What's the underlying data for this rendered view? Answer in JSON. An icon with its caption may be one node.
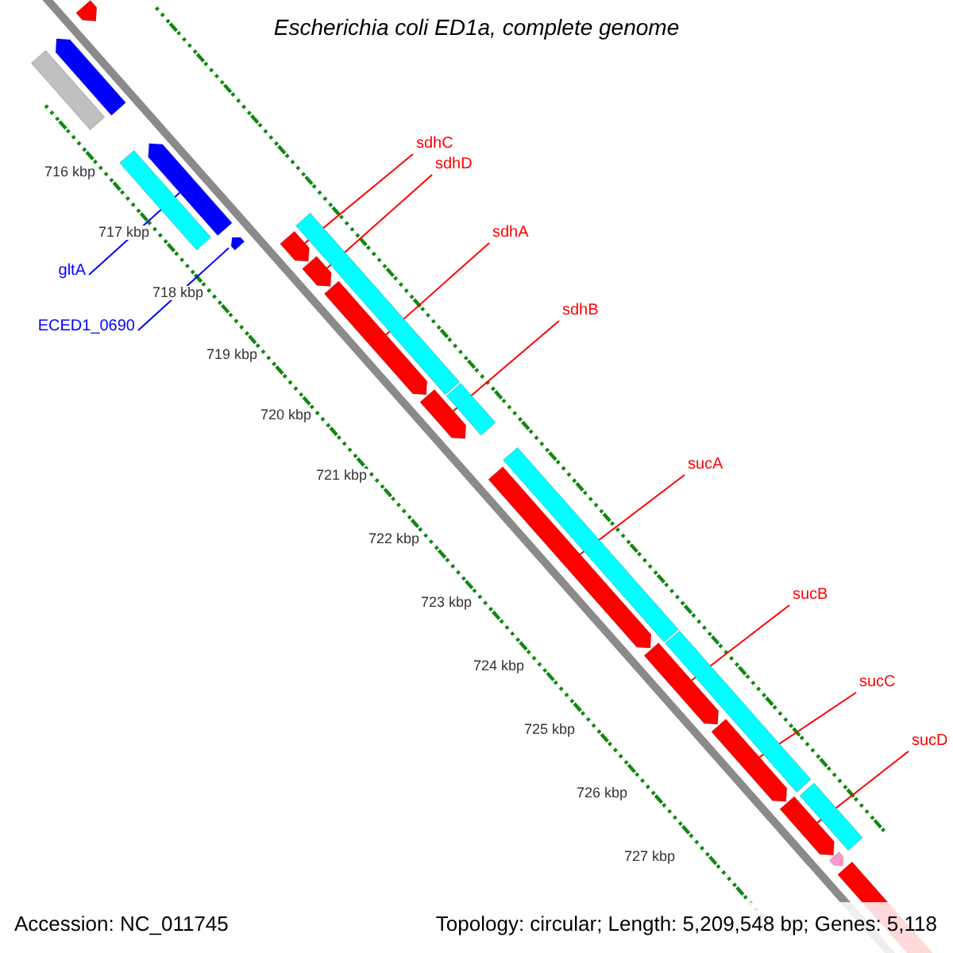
{
  "diagram": {
    "title": "Escherichia coli ED1a, complete genome",
    "nodes": [
      {
        "text": [
          "gltA"
        ]
      },
      {
        "text": [
          "ECED1_0690"
        ]
      },
      {
        "text": [
          "sdhC"
        ]
      },
      {
        "text": [
          "sdhD"
        ]
      },
      {
        "text": [
          "sdhA"
        ]
      },
      {
        "text": [
          "sdhB"
        ]
      },
      {
        "text": [
          "sucA"
        ]
      },
      {
        "text": [
          "sucB"
        ]
      },
      {
        "text": [
          "sucC"
        ]
      },
      {
        "text": [
          "sucD"
        ]
      },
      {
        "text": [],
        "shape": "arrow"
      },
      {
        "text": [],
        "shape": "arrow"
      },
      {
        "text": [],
        "shape": "arrow"
      },
      {
        "text": [],
        "shape": "arrow"
      },
      {
        "text": [],
        "shape": "arrow"
      },
      {
        "text": [],
        "shape": "arrow"
      },
      {
        "text": [],
        "shape": "arrow"
      },
      {
        "text": [],
        "shape": "arrow"
      },
      {
        "text": [],
        "shape": "arrow"
      },
      {
        "text": [],
        "shape": "arrow"
      },
      {
        "text": [],
        "shape": "arrow"
      },
      {
        "text": [],
        "shape": "arrow"
      },
      {
        "text": [],
        "shape": "arrow"
      },
      {
        "text": [],
        "shape": "arrow"
      }
    ],
    "edges": [
      {
        "from": 0,
        "to": 12,
        "arrow": "none",
        "color": "#0000ff"
      },
      {
        "from": 1,
        "to": 13,
        "arrow": "none",
        "color": "#0000ff"
      },
      {
        "from": 2,
        "to": 14,
        "arrow": "none"
      },
      {
        "from": 3,
        "to": 15,
        "arrow": "none"
      },
      {
        "from": 4,
        "to": 16,
        "arrow": "none"
      },
      {
        "from": 5,
        "to": 17,
        "arrow": "none"
      },
      {
        "from": 6,
        "to": 18,
        "arrow": "none"
      },
      {
        "from": 7,
        "to": 19,
        "arrow": "none"
      },
      {
        "from": 8,
        "to": 20,
        "arrow": "none"
      },
      {
        "from": 9,
        "to": 21,
        "arrow": "none"
      }
    ],
    "labels": [
      "716 kbp",
      "717 kbp",
      "718 kbp",
      "719 kbp",
      "720 kbp",
      "721 kbp",
      "722 kbp",
      "723 kbp",
      "724 kbp",
      "725 kbp",
      "726 kbp",
      "727 kbp",
      "Accession: NC_011745",
      "Topology: circular; Length: 5,209,548 bp; Genes: 5,118"
    ]
  }
}
